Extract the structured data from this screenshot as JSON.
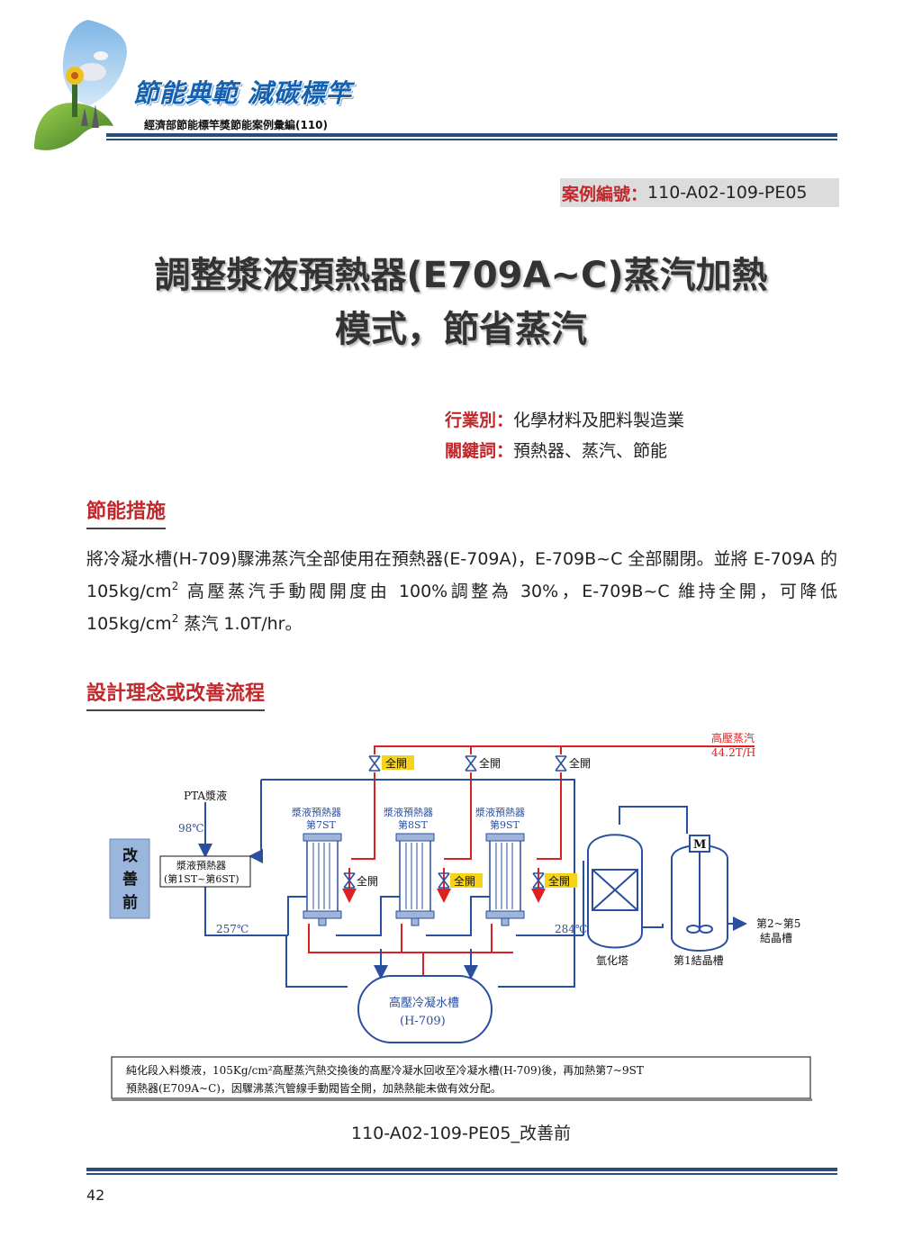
{
  "header": {
    "brand_title": "節能典範  減碳標竿",
    "brand_subtitle": "經濟部節能標竿獎節能案例彙編(110)"
  },
  "case": {
    "label": "案例編號：",
    "number": "110-A02-109-PE05"
  },
  "title": {
    "line1": "調整漿液預熱器(E709A~C)蒸汽加熱",
    "line2": "模式，節省蒸汽"
  },
  "meta": {
    "industry_label": "行業別：",
    "industry": "化學材料及肥料製造業",
    "keywords_label": "關鍵詞：",
    "keywords": "預熱器、蒸汽、節能"
  },
  "sections": {
    "measures": "節能措施",
    "design": "設計理念或改善流程"
  },
  "body": {
    "part1": "將冷凝水槽(H-709)驟沸蒸汽全部使用在預熱器(E-709A)，E-709B~C 全部關閉。並將 E-709A 的 105kg/cm",
    "sup1": "2",
    "part2": " 高壓蒸汽手動閥開度由 100%調整為 30%，E-709B~C 維持全開，可降低 105kg/cm",
    "sup2": "2",
    "part3": " 蒸汽 1.0T/hr。"
  },
  "diagram": {
    "steam_label": "高壓蒸汽",
    "steam_flow": "44.2T/H",
    "valve_full_open": "全開",
    "pta_label": "PTA漿液",
    "temp_98": "98℃",
    "before_label": [
      "改",
      "善",
      "前"
    ],
    "preheater_box_1": "漿液預熱器",
    "preheater_box_2": "(第1ST~第6ST)",
    "hx7_1": "漿液預熱器",
    "hx7_2": "第7ST",
    "hx8_1": "漿液預熱器",
    "hx8_2": "第8ST",
    "hx9_1": "漿液預熱器",
    "hx9_2": "第9ST",
    "temp_257": "257℃",
    "temp_284": "284℃",
    "hydro_tower": "氫化塔",
    "cryst_tank": "第1結晶槽",
    "motor": "M",
    "next_1": "第2~第5",
    "next_2": "結晶槽",
    "condensate_1": "高壓冷凝水槽",
    "condensate_2": "(H-709)",
    "note_1": "純化段入料漿液，105Kg/cm²高壓蒸汽熱交換後的高壓冷凝水回收至冷凝水槽(H-709)後，再加熱第7~9ST",
    "note_2": "預熱器(E709A~C)，因驟沸蒸汽管線手動閥皆全開，加熱熱能未做有效分配。"
  },
  "caption": "110-A02-109-PE05_改善前",
  "footer": {
    "page": "42"
  },
  "colors": {
    "accent_red": "#c0282c",
    "navy": "#2a4e7a",
    "pipe_blue": "#2a4fa0",
    "pipe_red": "#e02020",
    "label_yellow": "#f5d31a"
  }
}
